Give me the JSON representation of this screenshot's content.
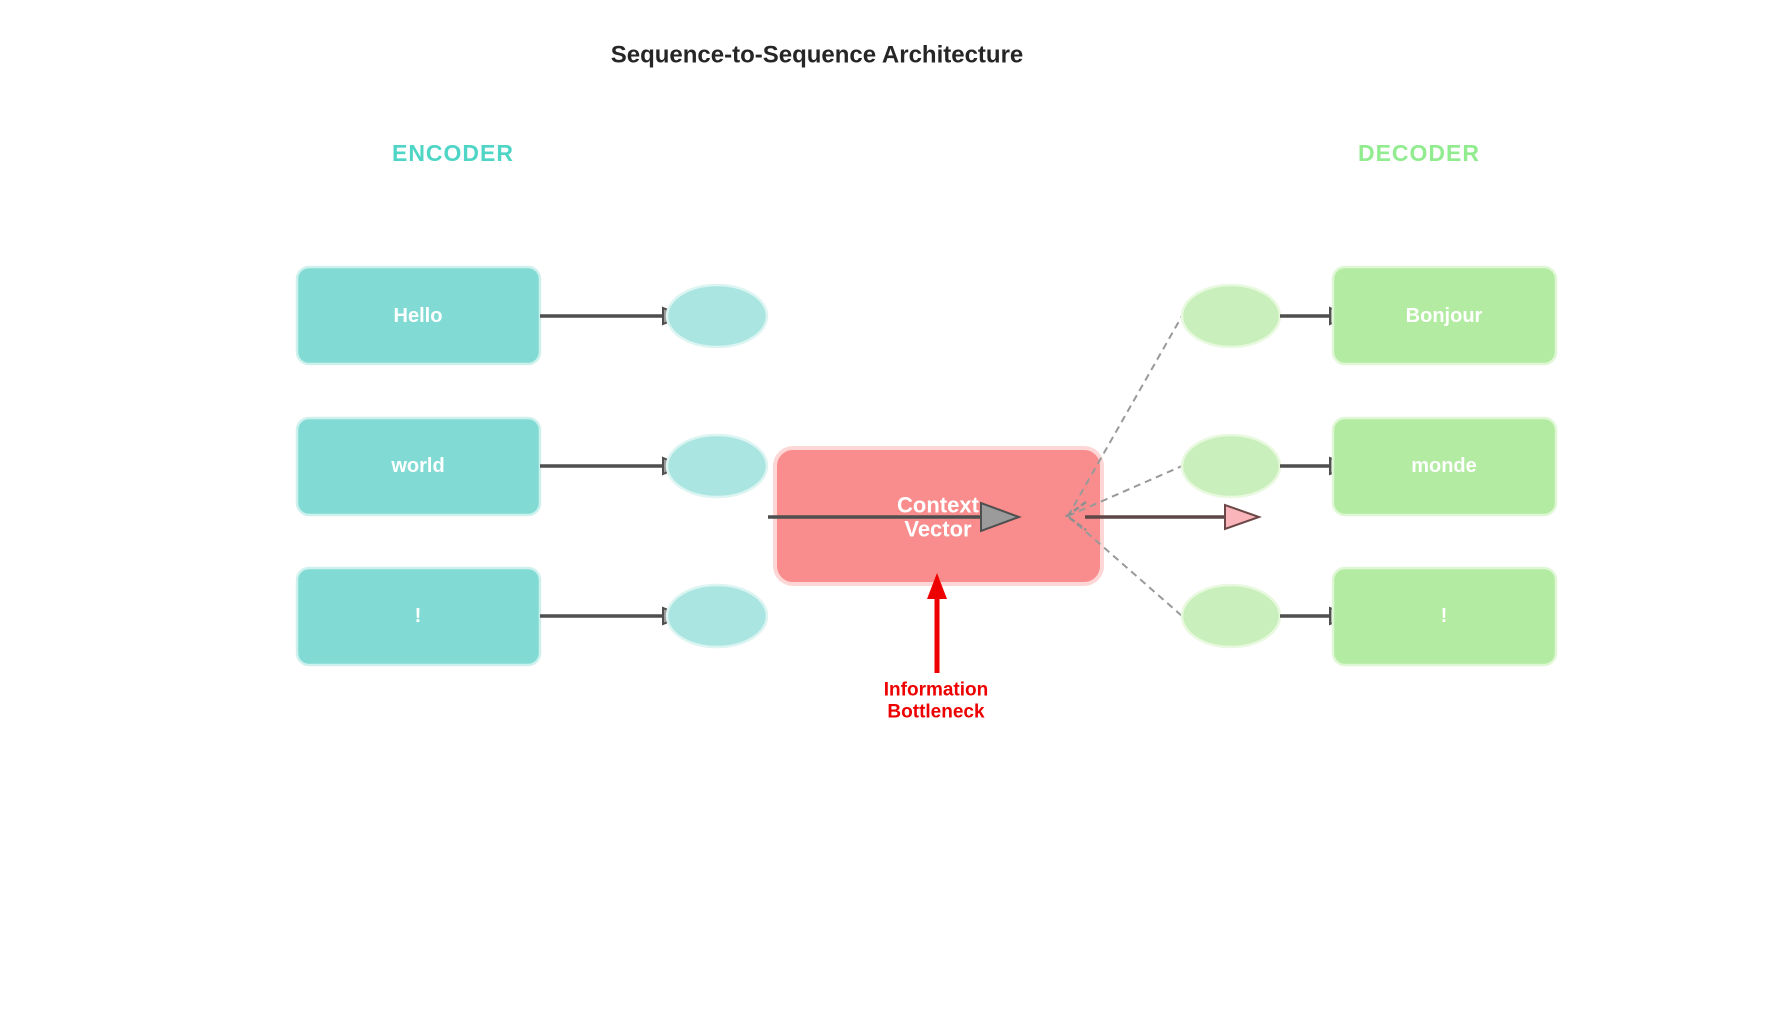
{
  "title": "Sequence-to-Sequence Architecture",
  "encoder": {
    "label": "ENCODER",
    "tokens": [
      "Hello",
      "world",
      "!"
    ]
  },
  "decoder": {
    "label": "DECODER",
    "tokens": [
      "Bonjour",
      "monde",
      "!"
    ]
  },
  "context_vector": {
    "line1": "Context",
    "line2": "Vector"
  },
  "bottleneck": {
    "line1": "Information",
    "line2": "Bottleneck"
  },
  "colors": {
    "encoder_header": "#4ed5c6",
    "decoder_header": "#90ec8e",
    "encoder_box": "#81dbd4",
    "encoder_state": "#aae5e1",
    "decoder_box": "#b2eba1",
    "decoder_state": "#c9f0bc",
    "context_box": "#f98c8c",
    "annotation_red": "#ee0000",
    "arrow": "#4f4f4f",
    "dashed_line": "#999999",
    "title_text": "#262626"
  }
}
